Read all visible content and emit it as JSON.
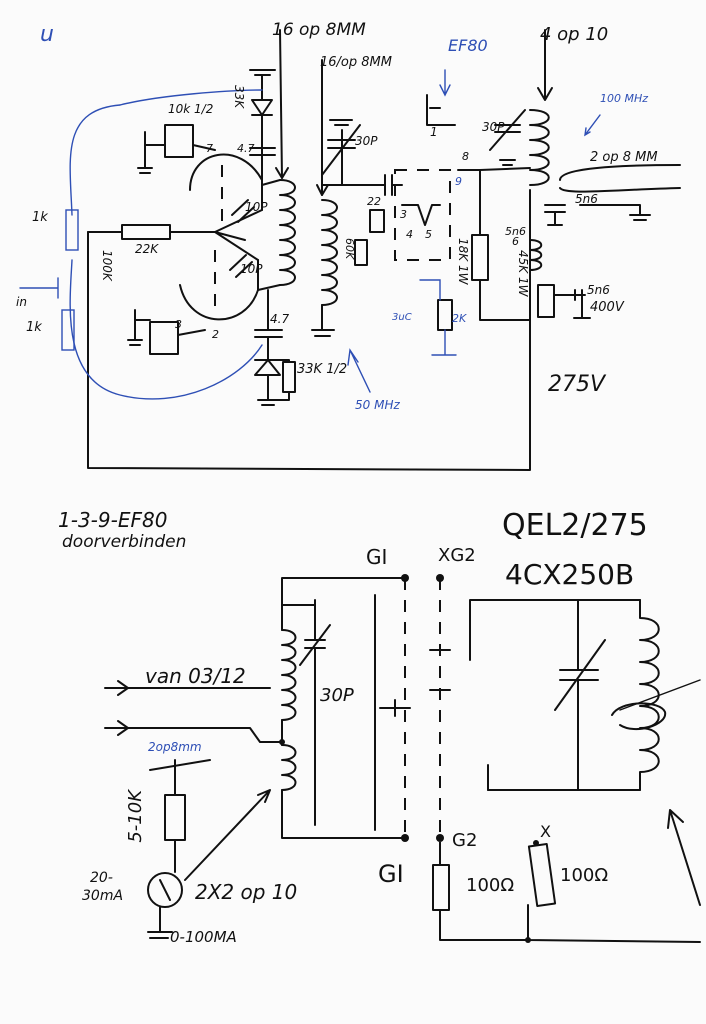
{
  "top": {
    "coil_a": "16 op 8MM",
    "coil_b": "16/op 8MM",
    "tube_label": "EF80",
    "coil_c": "4 op 10",
    "freq_100": "100 MHz",
    "coil_d": "2 op 8 MM",
    "r_10k": "10k 1/2",
    "r_33k_top": "33K",
    "r_22k": "22K",
    "r_100k": "100K",
    "c_10p_a": "10P",
    "c_10p_b": "10P",
    "c_47a": "4.7",
    "c_47b": "4.7",
    "r_33k_bottom": "33K 1/2",
    "c_30p_a": "30P",
    "c_30p_b": "30P",
    "c_22": "22",
    "r_60k": "60K",
    "r_18k": "18K 1W",
    "r_45k": "45K 1W",
    "c_5n6_a": "5n6",
    "c_5n6_b": "5n6",
    "c_5n6_c": "5n6",
    "c_400v": "400V",
    "r_2k": "2K",
    "pin3": "3",
    "pin4": "4",
    "pin5": "5",
    "pin6": "6",
    "pin9": "9",
    "pin8": "8",
    "pin1": "1",
    "pin7": "7",
    "pin2": "2",
    "pin3b": "3",
    "r_1k_top": "1k",
    "r_1k_bot": "1k",
    "in_label": "in",
    "freq_50": "50 MHz",
    "voltage": "275V",
    "corner": "u",
    "small_2c": "3uC"
  },
  "bottom": {
    "note_line1": "1-3-9-EF80",
    "note_line2": "doorverbinden",
    "tube_title1": "QEL2/275",
    "tube_title2": "4CX250B",
    "grid_label_top": "GI",
    "grid2_label_top": "XG2",
    "grid_label_bot": "GI",
    "grid2_label_bot": "G2",
    "van_label": "van 03/12",
    "c_30p": "30P",
    "wind_label": "2op8mm",
    "r_5_10k": "5-10K",
    "current1": "20-",
    "current2": "30mA",
    "coil_label": "2X2 op 10",
    "meter_range": "0-100MA",
    "r_100a": "100Ω",
    "r_100b": "100Ω",
    "x_label": "X"
  }
}
